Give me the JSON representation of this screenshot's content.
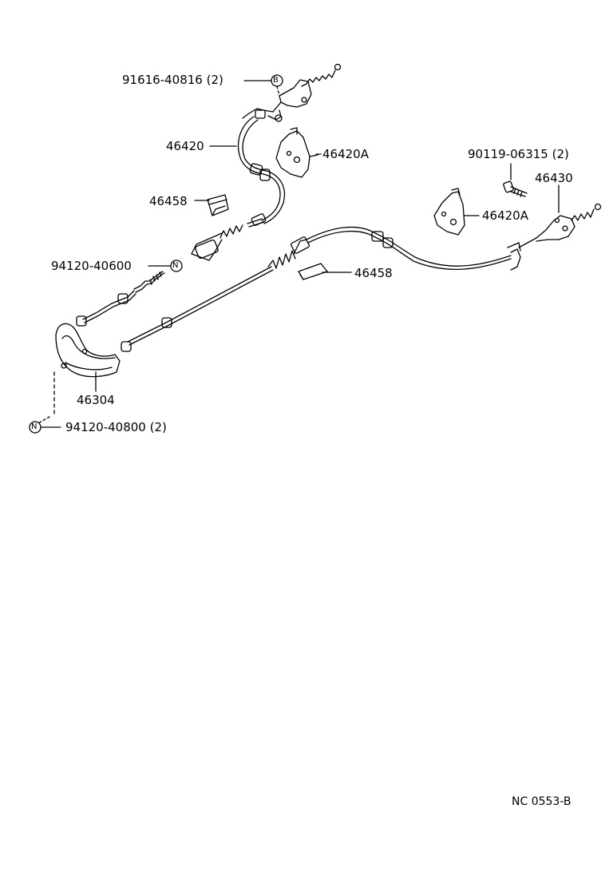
{
  "diagram": {
    "labels": {
      "bolt_b": "91616-40816 (2)",
      "cable_front": "46420",
      "bracket_left": "46420A",
      "bolt_right": "90119-06315 (2)",
      "cable_right": "46430",
      "clip_left": "46458",
      "bracket_right": "46420A",
      "nut_n_small": "94120-40600",
      "clip_right": "46458",
      "equalizer": "46304",
      "nut_n_bottom": "94120-40800 (2)"
    },
    "markers": {
      "b": "B",
      "n_upper": "N",
      "n_lower": "N"
    },
    "code": "NC 0553-B"
  }
}
